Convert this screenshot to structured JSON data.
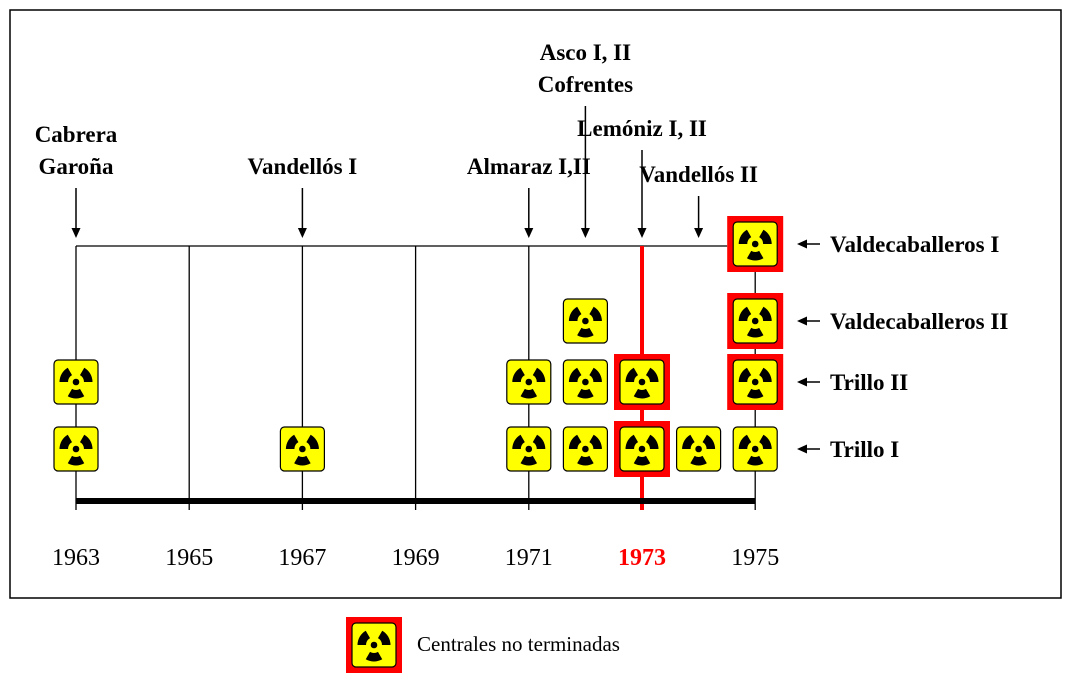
{
  "diagram": {
    "years": [
      "1963",
      "1965",
      "1967",
      "1969",
      "1971",
      "1973",
      "1975"
    ],
    "highlight_year": "1973",
    "top_labels": [
      {
        "year": 1963,
        "lines": [
          "Cabrera",
          "Garoña"
        ]
      },
      {
        "year": 1967,
        "lines": [
          "Vandellós I"
        ]
      },
      {
        "year": 1971,
        "lines": [
          "Almaraz I,II"
        ]
      },
      {
        "year": 1972,
        "lines": [
          "Asco I, II",
          "Cofrentes"
        ]
      },
      {
        "year": 1973,
        "lines": [
          "Lemóniz I, II"
        ]
      },
      {
        "year": 1974,
        "lines": [
          "Vandellós II"
        ]
      }
    ],
    "right_labels": [
      "Valdecaballeros I",
      "Valdecaballeros II",
      "Trillo II",
      "Trillo I"
    ],
    "plants": [
      {
        "year": 1963,
        "row": 2,
        "unfinished": false
      },
      {
        "year": 1963,
        "row": 3,
        "unfinished": false
      },
      {
        "year": 1967,
        "row": 3,
        "unfinished": false
      },
      {
        "year": 1971,
        "row": 2,
        "unfinished": false
      },
      {
        "year": 1971,
        "row": 3,
        "unfinished": false
      },
      {
        "year": 1972,
        "row": 1,
        "unfinished": false
      },
      {
        "year": 1972,
        "row": 2,
        "unfinished": false
      },
      {
        "year": 1972,
        "row": 3,
        "unfinished": false
      },
      {
        "year": 1973,
        "row": 2,
        "unfinished": true
      },
      {
        "year": 1973,
        "row": 3,
        "unfinished": true
      },
      {
        "year": 1974,
        "row": 3,
        "unfinished": false
      },
      {
        "year": 1975,
        "row": 0,
        "unfinished": true
      },
      {
        "year": 1975,
        "row": 1,
        "unfinished": true
      },
      {
        "year": 1975,
        "row": 2,
        "unfinished": true
      },
      {
        "year": 1975,
        "row": 3,
        "unfinished": false
      }
    ],
    "colors": {
      "line": "#000000",
      "highlight": "#ff0000",
      "tile_fill": "#ffff00",
      "unfinished_frame": "#ff0000"
    },
    "icon": "radiation-icon"
  },
  "legend": {
    "label": "Centrales no terminadas",
    "icon": "radiation-icon"
  }
}
